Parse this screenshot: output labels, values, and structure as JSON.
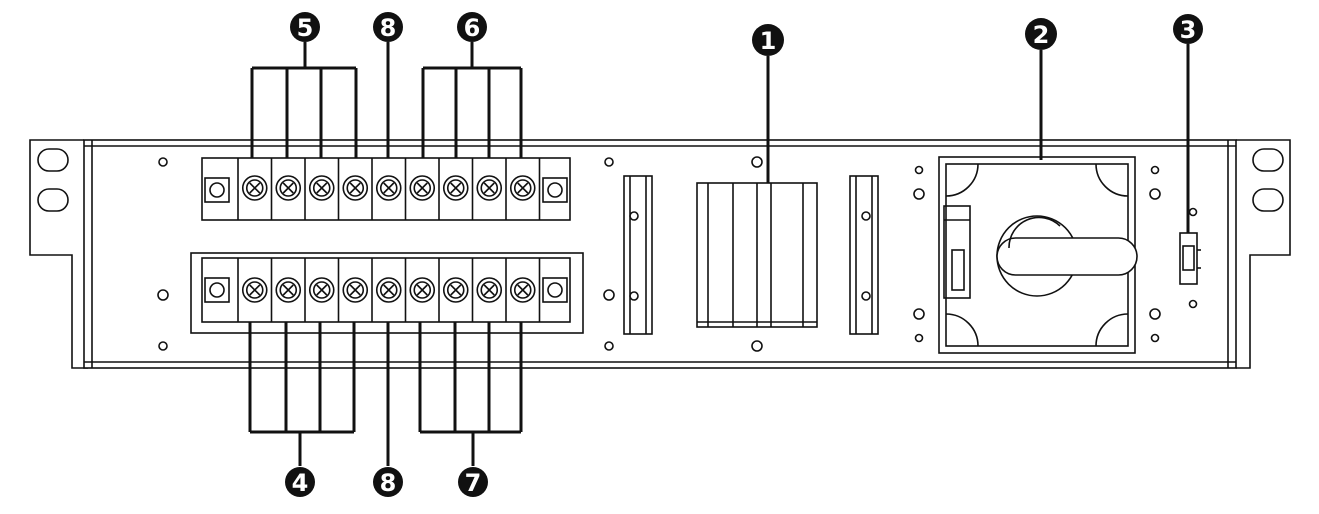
{
  "colors": {
    "line": "#111111",
    "panel_fill": "#ffffff",
    "callout_fill": "#111111",
    "callout_text": "#ffffff",
    "handle_fill": "#ffffff"
  },
  "callouts": {
    "c1": "1",
    "c2": "2",
    "c3": "3",
    "c4": "4",
    "c5": "5",
    "c6": "6",
    "c7": "7",
    "c8_top": "8",
    "c8_bottom": "8"
  },
  "terminal_blocks": {
    "top_count": 9,
    "bottom_count": 9
  }
}
